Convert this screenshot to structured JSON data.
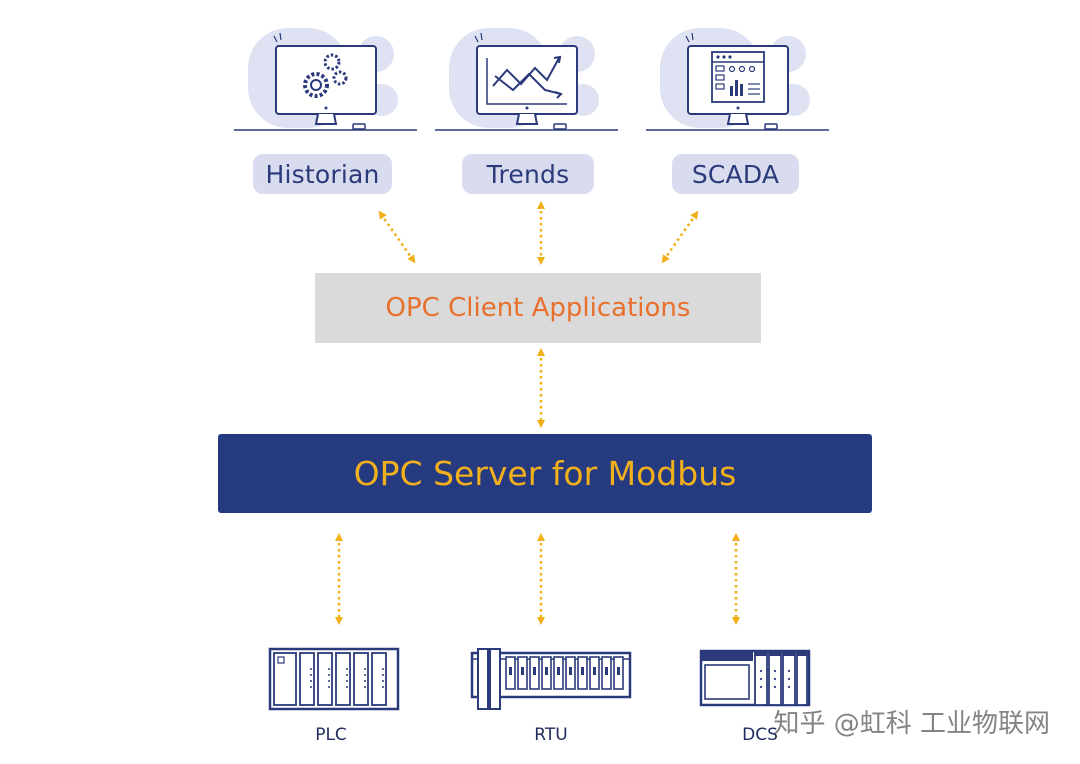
{
  "colors": {
    "navy": "#263a80",
    "accent_orange": "#e8702d",
    "accent_yellow": "#f1b01c",
    "pill_bg": "#d9dcef",
    "client_bg": "#dadada"
  },
  "top_nodes": [
    {
      "label": "Historian",
      "icon": "gears-monitor-icon"
    },
    {
      "label": "Trends",
      "icon": "trend-chart-monitor-icon"
    },
    {
      "label": "SCADA",
      "icon": "dashboard-monitor-icon"
    }
  ],
  "client": {
    "label": "OPC Client Applications"
  },
  "server": {
    "label": "OPC Server for Modbus"
  },
  "devices": [
    {
      "label": "PLC",
      "icon": "plc-rack-icon"
    },
    {
      "label": "RTU",
      "icon": "rtu-rack-icon"
    },
    {
      "label": "DCS",
      "icon": "dcs-rack-icon"
    }
  ],
  "watermark": "知乎 @虹科 工业物联网"
}
